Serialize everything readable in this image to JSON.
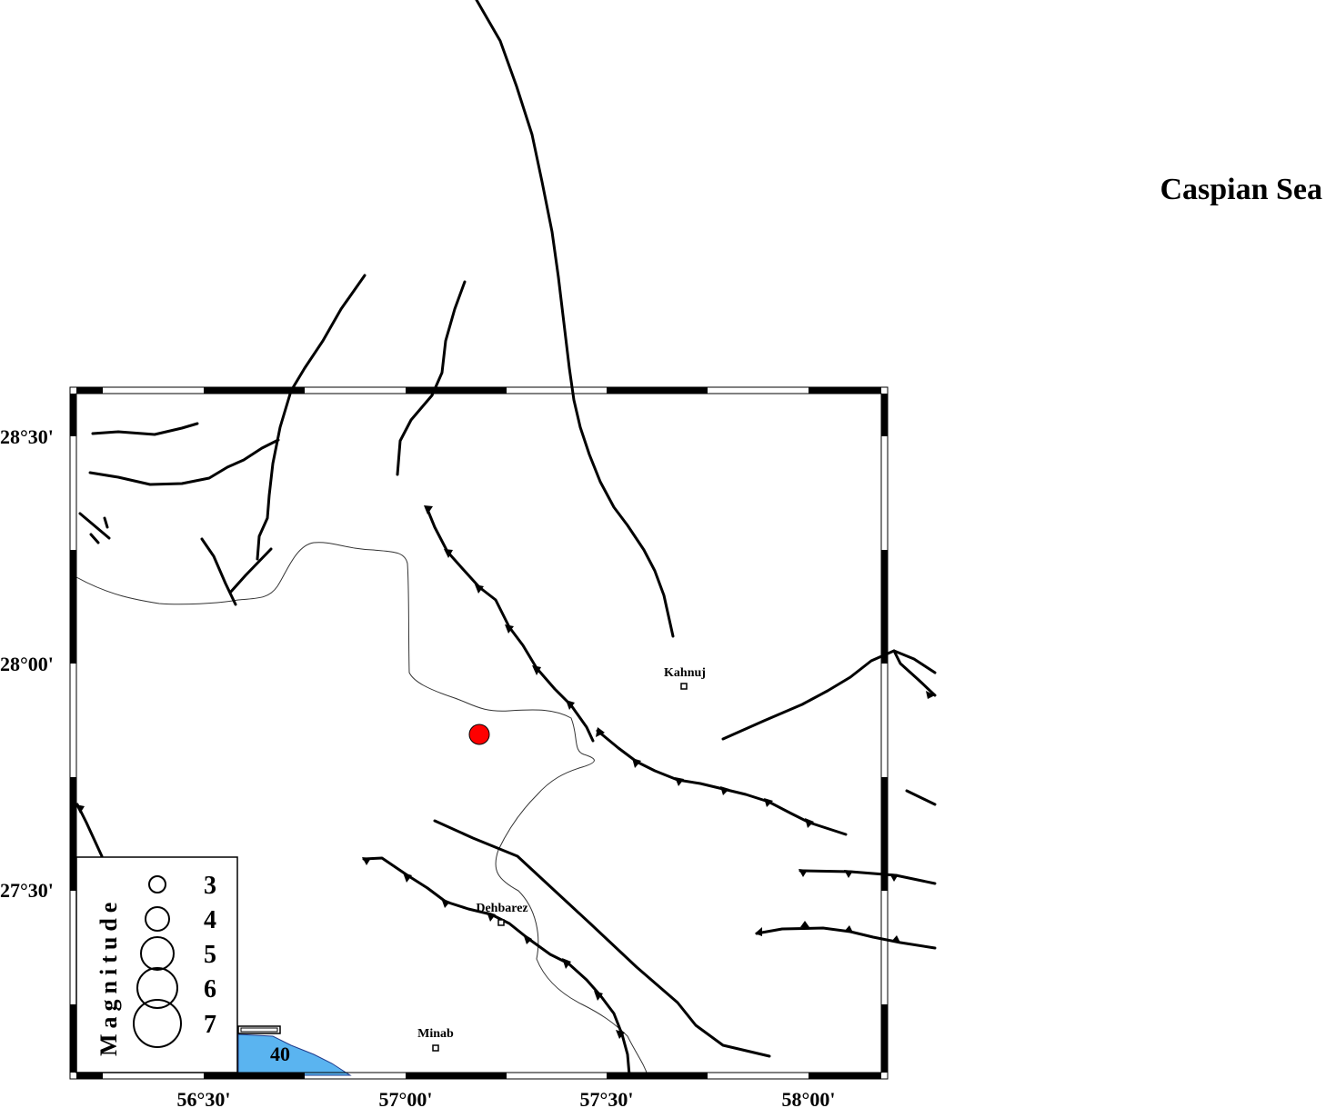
{
  "map": {
    "sea_label": "Caspian Sea",
    "lon_labels": [
      "56°30'",
      "57°00'",
      "57°30'",
      "58°00'"
    ],
    "lat_labels": [
      "28°30'",
      "28°00'",
      "27°30'"
    ],
    "cities": [
      {
        "name": "Kahnuj"
      },
      {
        "name": "Dehbarez"
      },
      {
        "name": "Minab"
      }
    ],
    "scale_label": "40",
    "epicenter_color": "#ff0000",
    "sea_color": "#5ab4f0"
  },
  "legend": {
    "title": "Magnitude",
    "magnitudes": [
      "3",
      "4",
      "5",
      "6",
      "7"
    ]
  }
}
